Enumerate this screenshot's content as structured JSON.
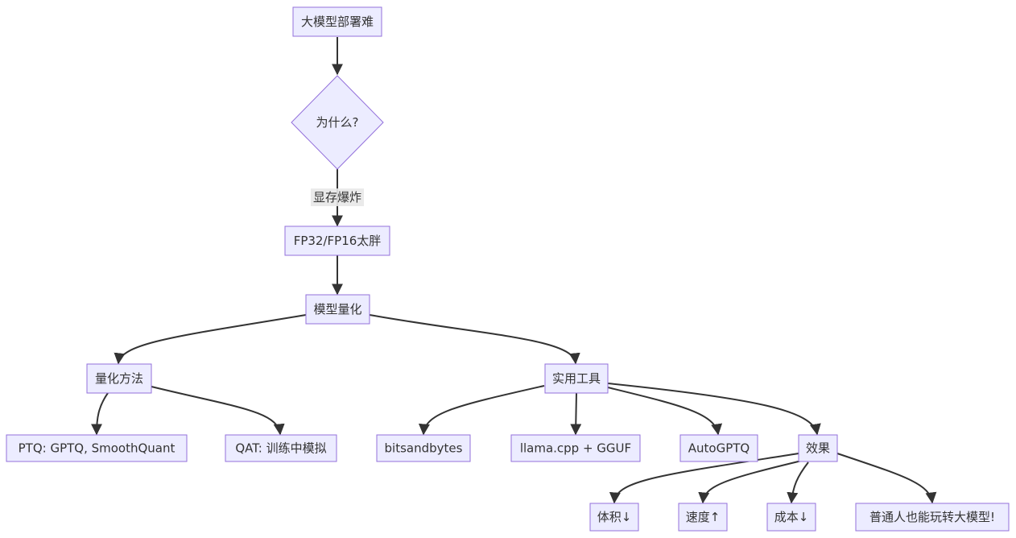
{
  "colors": {
    "node_fill": "#ECECFF",
    "node_stroke": "#9370DB",
    "edge": "#333333",
    "text": "#333333",
    "label_bg": "#e8e8e8"
  },
  "nodes": {
    "hard": "大模型部署难",
    "why": "为什么?",
    "fat": "FP32/FP16太胖",
    "quant": "模型量化",
    "methods": "量化方法",
    "tools": "实用工具",
    "ptq": "PTQ: GPTQ, SmoothQuant",
    "qat": "QAT: 训练中模拟",
    "bnb": "bitsandbytes",
    "llama": "llama.cpp + GGUF",
    "autogptq": "AutoGPTQ",
    "effect": "效果",
    "size": "体积↓",
    "speed": "速度↑",
    "cost": "成本↓",
    "everyone": "普通人也能玩转大模型!"
  },
  "edge_labels": {
    "why_fat": "显存爆炸"
  }
}
